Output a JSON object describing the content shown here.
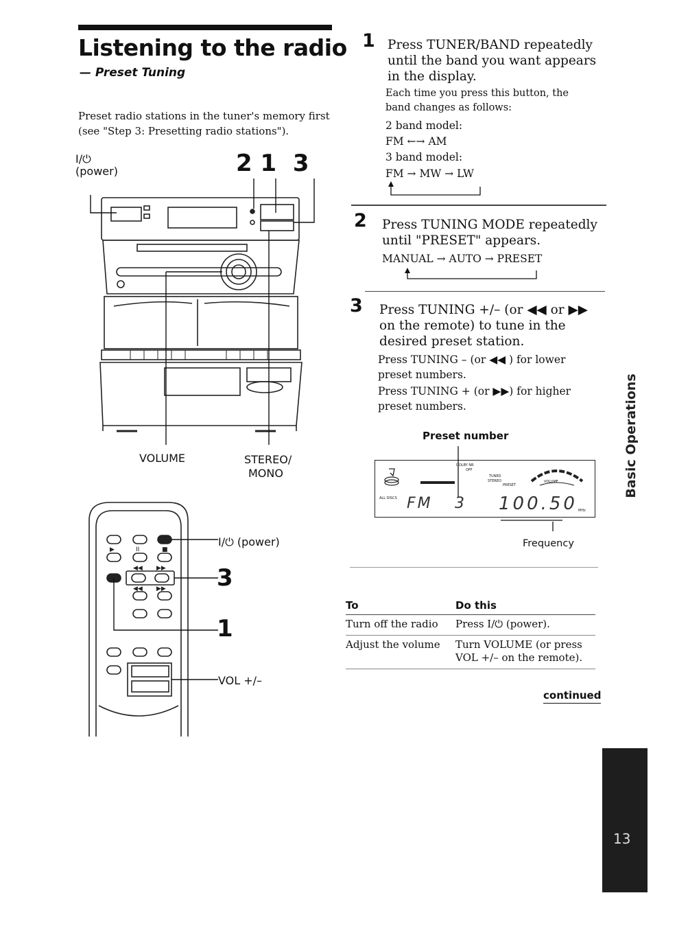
{
  "header": {
    "title": "Listening to the radio",
    "subtitle": "— Preset Tuning",
    "intro": "Preset radio stations in the tuner's memory first (see \"Step 3: Presetting radio stations\")."
  },
  "unit_diagram": {
    "power_label": "I/⏻",
    "power_sub": "(power)",
    "callout_numbers": "2 1  3",
    "volume_label": "VOLUME",
    "stereo_label_1": "STEREO/",
    "stereo_label_2": "MONO"
  },
  "remote_diagram": {
    "power_label": "I/⏻ (power)",
    "step3": "3",
    "step1": "1",
    "vol_label": "VOL +/–"
  },
  "steps": [
    {
      "number": "1",
      "heading": "Press TUNER/BAND repeatedly until the band you want appears in the display.",
      "body1": "Each time you press this button, the band changes as follows:",
      "model2": "2 band model:",
      "seq2": "FM ←→ AM",
      "model3": "3 band model:",
      "seq3": "FM → MW → LW"
    },
    {
      "number": "2",
      "heading": "Press TUNING MODE repeatedly until \"PRESET\" appears.",
      "seq": "MANUAL → AUTO → PRESET"
    },
    {
      "number": "3",
      "heading": "Press TUNING +/– (or ◀◀ or ▶▶ on the remote) to tune in the desired preset station.",
      "body1": "Press TUNING – (or ◀◀ ) for lower preset numbers.",
      "body2": "Press TUNING + (or ▶▶) for higher preset numbers."
    }
  ],
  "display_figure": {
    "preset_label": "Preset number",
    "frequency_label": "Frequency",
    "band": "FM",
    "preset": "3",
    "frequency": "100.50",
    "unit": "MHz",
    "tiny_1": "DOLBY NR",
    "tiny_2": "OFF",
    "tiny_3": "TUNED",
    "tiny_4": "STEREO",
    "tiny_5": "PRESET",
    "tiny_6": "VOLUME",
    "tiny_7": "ALL DISCS"
  },
  "table": {
    "col1": "To",
    "col2": "Do this",
    "rows": [
      {
        "to": "Turn off the radio",
        "do": "Press I/⏻ (power)."
      },
      {
        "to": "Adjust the volume",
        "do": "Turn VOLUME (or press VOL +/– on the remote)."
      }
    ]
  },
  "footer": {
    "continued": "continued",
    "side_tab": "Basic Operations",
    "page_number": "13"
  }
}
